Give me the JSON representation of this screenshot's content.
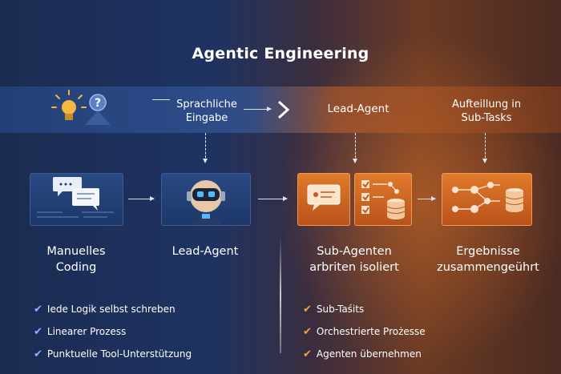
{
  "title": "Agentic Engineering",
  "band": {
    "input_label": "Sprachliche\nEingabe",
    "lead_label": "Lead-Agent",
    "split_label": "Aufteillung in\nSub-Tasks"
  },
  "stages": [
    {
      "label": "Manuelles\nCoding"
    },
    {
      "label": "Lead-Agent"
    },
    {
      "label": "Sub-Agenten\narbriten isoliert"
    },
    {
      "label": "Ergebnisse\nzusammengeührt"
    }
  ],
  "left_bullets": [
    "Iede Logik selbst schreben",
    "Linearer Prozess",
    "Punktuelle Tool-Unterstützung"
  ],
  "right_bullets": [
    "Sub-Taśits",
    "Orchestrierte Prożesse",
    "Agenten übernehmen"
  ],
  "icons": {
    "bulb": "lightbulb-icon",
    "question": "question-icon",
    "chat": "chat-bubbles-icon",
    "robot": "robot-icon",
    "checklist": "checklist-icon",
    "database": "database-icon",
    "network": "network-icon",
    "check": "check-icon"
  },
  "colors": {
    "blue": "#1f3362",
    "orange": "#e07a2c",
    "check_blue": "#8fb4ff",
    "check_orange": "#f5a04a"
  }
}
